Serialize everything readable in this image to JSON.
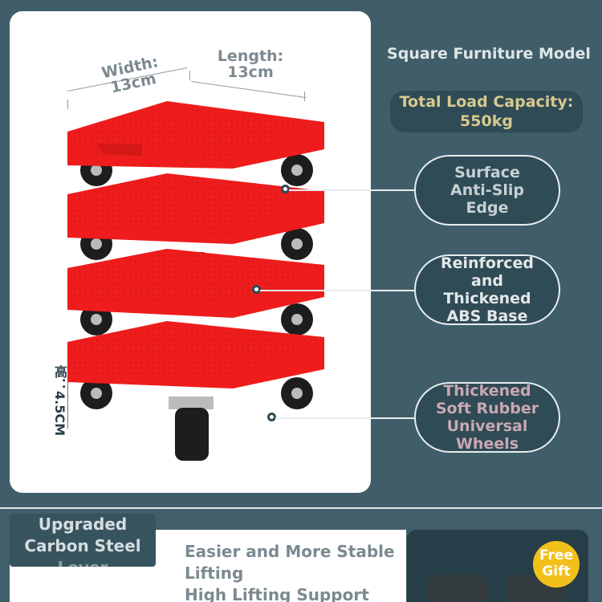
{
  "product": {
    "width_label": "Width:",
    "width_value": "13cm",
    "length_label": "Length:",
    "length_value": "13cm",
    "height_label": "高：4.5CM"
  },
  "headline": "Square Furniture Model",
  "capacity": {
    "label": "Total Load Capacity:",
    "value": "550kg"
  },
  "features": [
    {
      "text": "Surface\nAnti-Slip\nEdge"
    },
    {
      "text": "Reinforced\nand\nThickened\nABS Base"
    },
    {
      "text": "Thickened\nSoft Rubber\nUniversal\nWheels"
    }
  ],
  "bottom": {
    "badge_line1": "Upgraded",
    "badge_line2": "Carbon Steel",
    "badge_line3": "Lever",
    "text_line1": "Easier and More Stable",
    "text_line2": "Lifting",
    "text_line3": "High Lifting Support",
    "gift_line1": "Free",
    "gift_line2": "Gift"
  },
  "colors": {
    "background": "#405e69",
    "panel_dark": "#2f4b55",
    "dolly_red": "#ee1c1c",
    "capacity_text": "#d8c98f",
    "gift_yellow": "#f2c01a"
  }
}
